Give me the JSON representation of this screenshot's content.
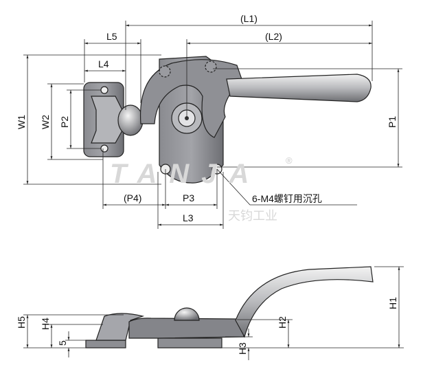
{
  "drawing": {
    "top_view": {
      "dimensions": {
        "L1": "(L1)",
        "L2": "(L2)",
        "L3": "L3",
        "L4": "L4",
        "L5": "L5",
        "W1": "W1",
        "W2": "W2",
        "P1": "P1",
        "P2": "P2",
        "P3": "P3",
        "P4": "(P4)"
      },
      "callout": "6-M4螺钉用沉孔"
    },
    "side_view": {
      "dimensions": {
        "H1": "H1",
        "H2": "H2",
        "H3": "H3",
        "H4": "H4",
        "H5": "H5",
        "thickness": "5"
      }
    },
    "watermark": {
      "brand": "TANJA",
      "sub": "天钧工业",
      "registered": "®"
    }
  },
  "colors": {
    "metal_dark": "#7a7b80",
    "metal_light": "#c9cace",
    "line": "#222222"
  }
}
